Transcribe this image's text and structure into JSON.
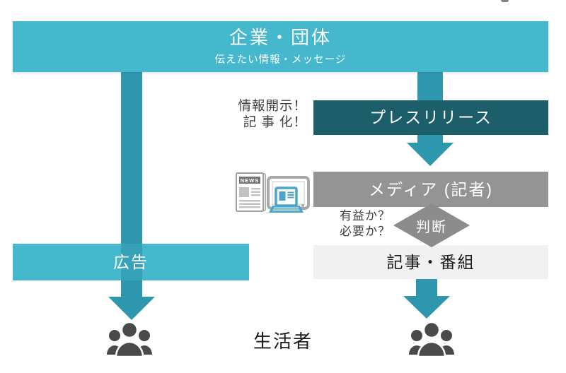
{
  "colors": {
    "teal": "#45b8ce",
    "arrow": "#2f97ad",
    "dark-teal": "#1d5e6b",
    "media-gray": "#949494",
    "diamond-gray": "#8c8c8c",
    "light-gray": "#f1f1f1",
    "icon-dark": "#4a4a4a",
    "text-dark": "#3f3f3f"
  },
  "diagram": {
    "source": {
      "title": "企業・団体",
      "subtitle": "伝えたい情報・メッセージ"
    },
    "press_release": {
      "label": "プレスリリース",
      "note_line1": "情報開示！",
      "note_line2": "記 事 化！"
    },
    "media": {
      "label": "メディア (記者)",
      "icons": [
        "newspaper-icon",
        "tv-laptop-icon"
      ],
      "newspaper_text": "NEWS"
    },
    "judgment": {
      "label": "判断",
      "question_line1": "有益か？",
      "question_line2": "必要か？"
    },
    "article": {
      "label": "記事・番組"
    },
    "ad": {
      "label": "広告"
    },
    "audience": {
      "label": "生活者",
      "icons": [
        "people-group-icon",
        "people-group-icon"
      ]
    }
  }
}
